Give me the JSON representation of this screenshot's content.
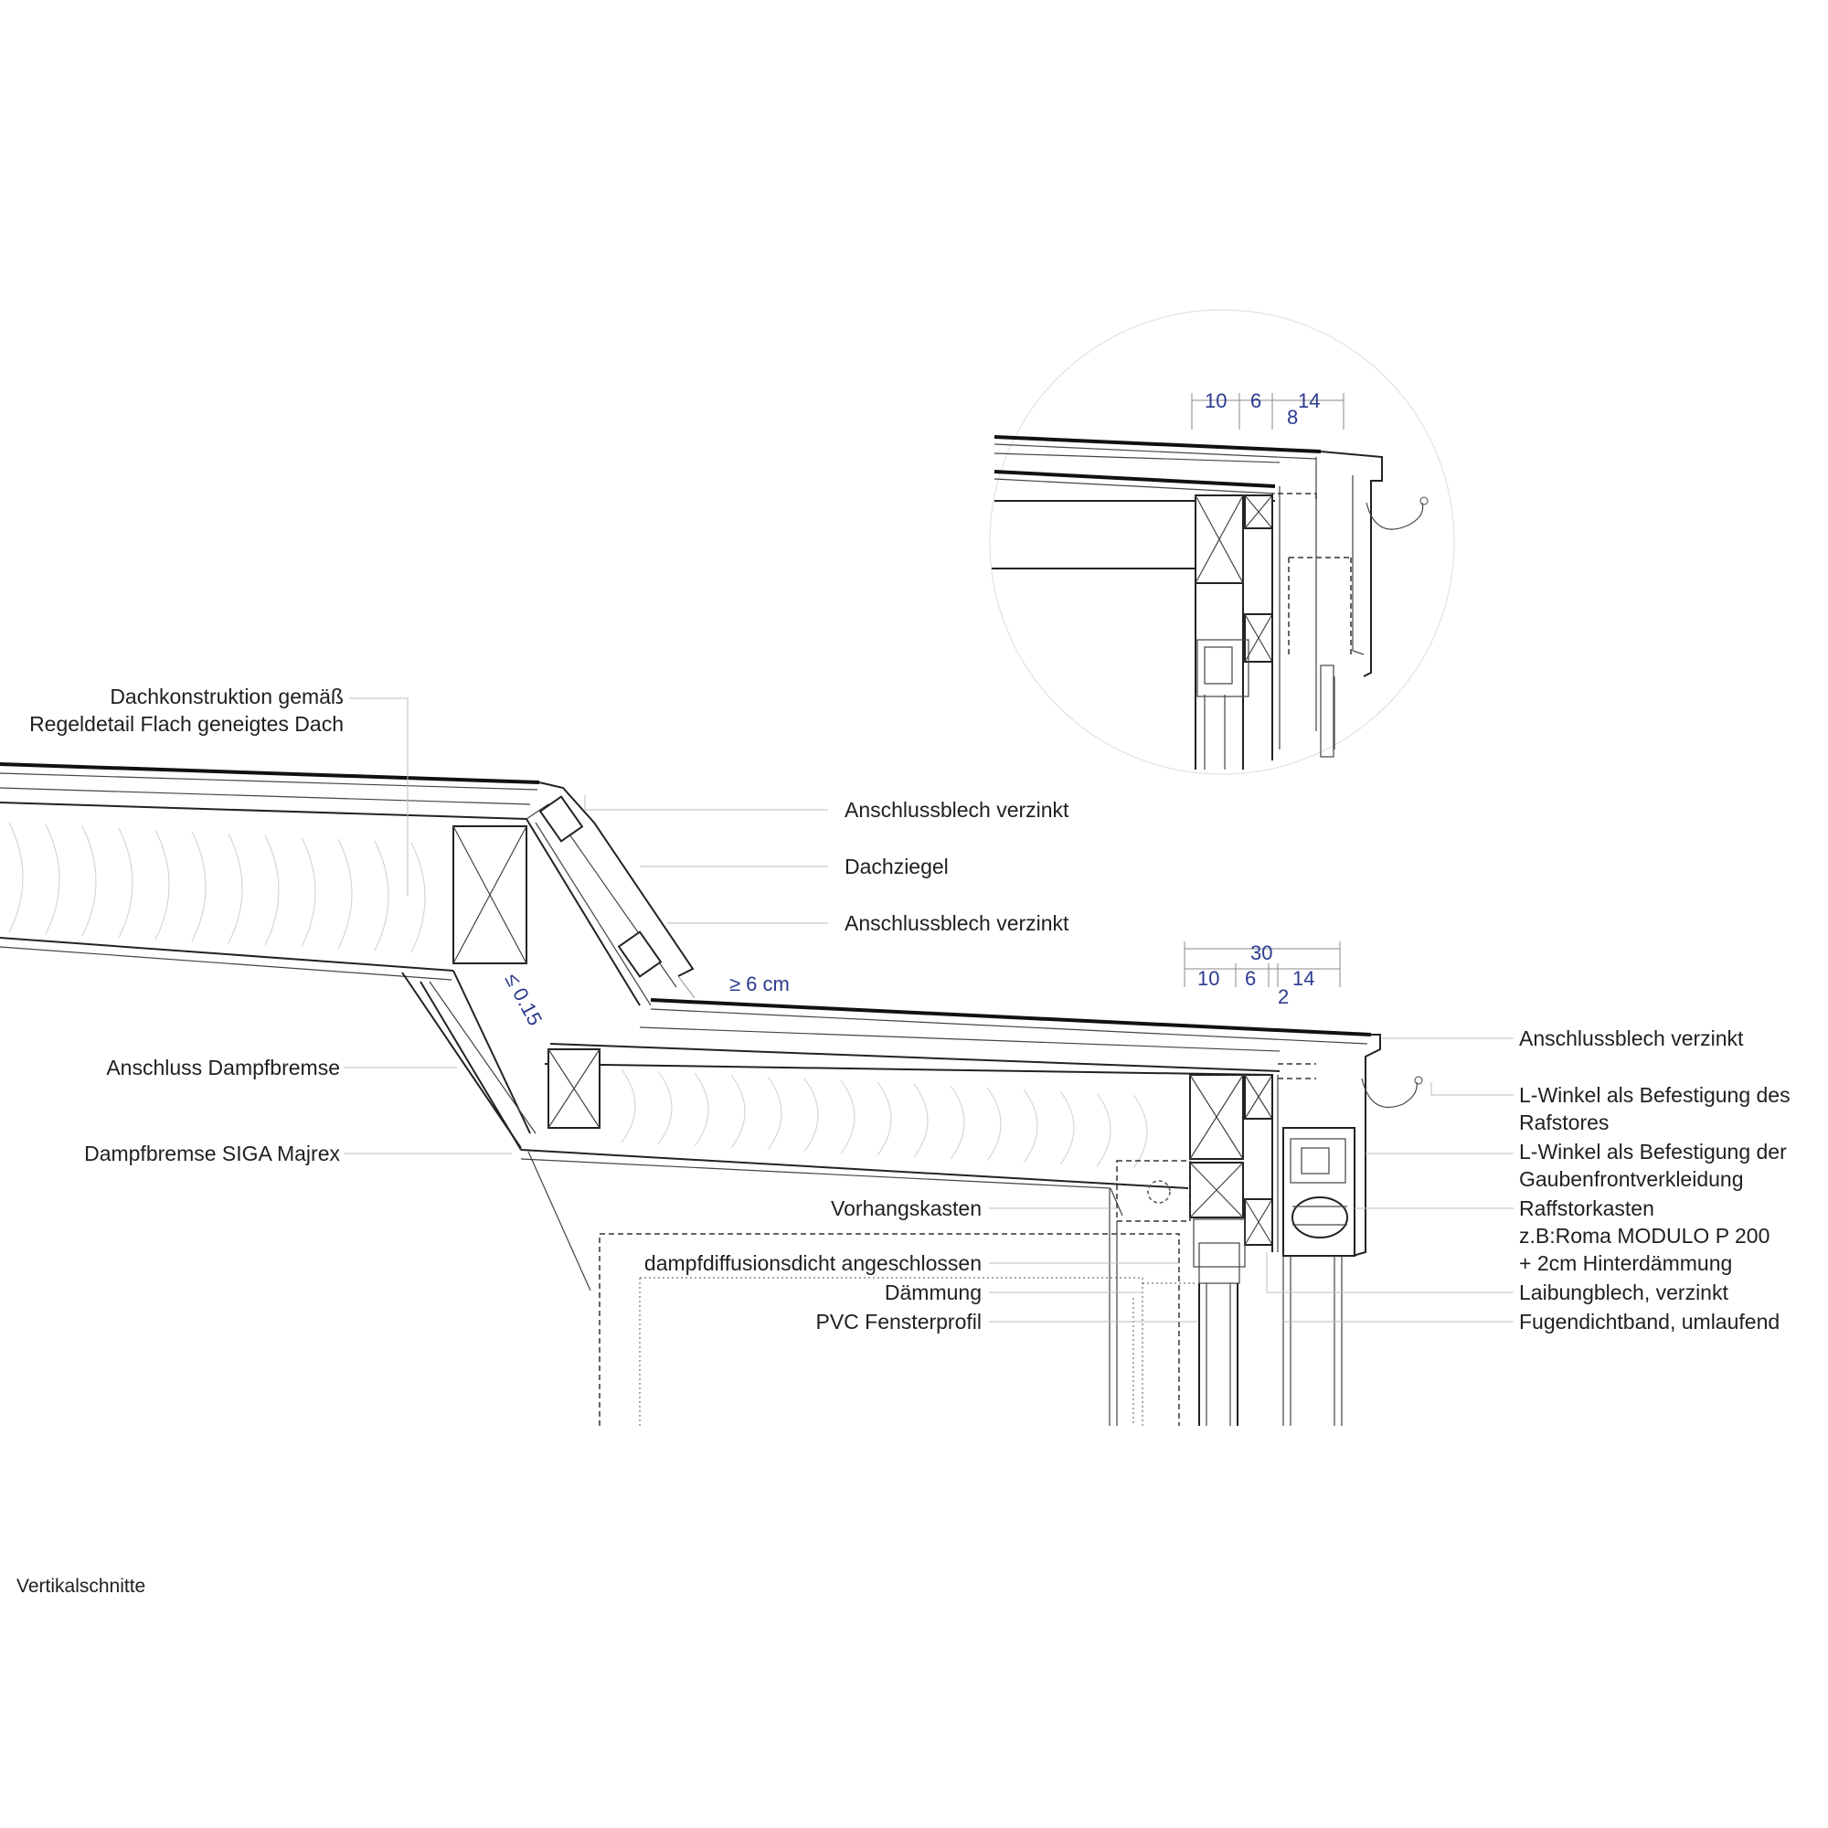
{
  "labels_left": {
    "dachkonstruktion_1": "Dachkonstruktion gemäß",
    "dachkonstruktion_2": "Regeldetail Flach geneigtes Dach",
    "anschluss_dampfbremse": "Anschluss Dampfbremse",
    "dampfbremse_siga": "Dampfbremse SIGA Majrex"
  },
  "labels_center": {
    "anschlussblech_1": "Anschlussblech verzinkt",
    "dachziegel": "Dachziegel",
    "anschlussblech_2": "Anschlussblech verzinkt",
    "vorhangskasten": "Vorhangskasten",
    "dampfdiffusionsdicht": "dampfdiffusionsdicht angeschlossen",
    "daemmung": "Dämmung",
    "pvc_fensterprofil": "PVC Fensterprofil"
  },
  "labels_right": {
    "anschlussblech_3": "Anschlussblech verzinkt",
    "l_winkel_rafstores_1": "L-Winkel als Befestigung des",
    "l_winkel_rafstores_2": "Rafstores",
    "l_winkel_gauben_1": "L-Winkel als Befestigung der",
    "l_winkel_gauben_2": "Gaubenfrontverkleidung",
    "raffstorkasten_1": "Raffstorkasten",
    "raffstorkasten_2": "z.B:Roma MODULO P 200",
    "raffstorkasten_3": "+ 2cm Hinterdämmung",
    "laibungblech": "Laibungblech, verzinkt",
    "fugendichtband": "Fugendichtband, umlaufend"
  },
  "dimensions_main": {
    "total": "30",
    "d10": "10",
    "d6": "6",
    "d14": "14",
    "d2": "2",
    "overlap": "≥ 6 cm",
    "slope": "≤ 0.15"
  },
  "dimensions_detail": {
    "d10": "10",
    "d6": "6",
    "d14": "14",
    "d8": "8"
  },
  "caption": "Vertikalschnitte",
  "colors": {
    "dimension_text": "#2b3a8f",
    "label_text": "#1f1f1f",
    "leader_line": "#bdbdbd"
  }
}
